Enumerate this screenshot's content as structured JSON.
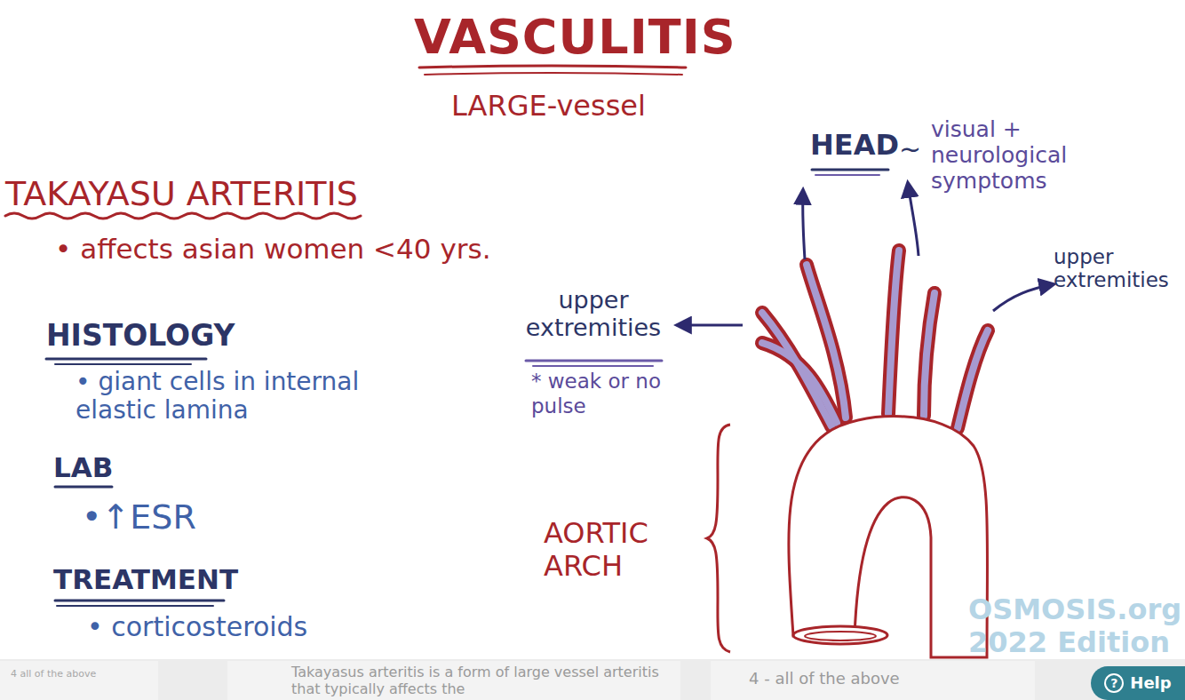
{
  "diagram": {
    "title": "VASCULITIS",
    "nodes": [
      {
        "text": [
          "?",
          "Help"
        ]
      }
    ],
    "labels": [
      "LARGE-vessel",
      "TAKAYASU ARTERITIS",
      "• affects asian women <40 yrs.",
      "HISTOLOGY",
      "• giant cells in internal elastic lamina",
      "LAB",
      "•↑ESR",
      "TREATMENT",
      "• corticosteroids",
      "HEAD",
      "~",
      "visual + neurological symptoms",
      "upper extremities",
      "* weak or no pulse",
      "upper extremities",
      "AORTIC ARCH",
      "OSMOSIS.org 2022 Edition",
      "4 all of the above",
      "Takayasus arteritis is a form of large vessel arteritis that typically affects the",
      "4 - all of the above"
    ]
  }
}
